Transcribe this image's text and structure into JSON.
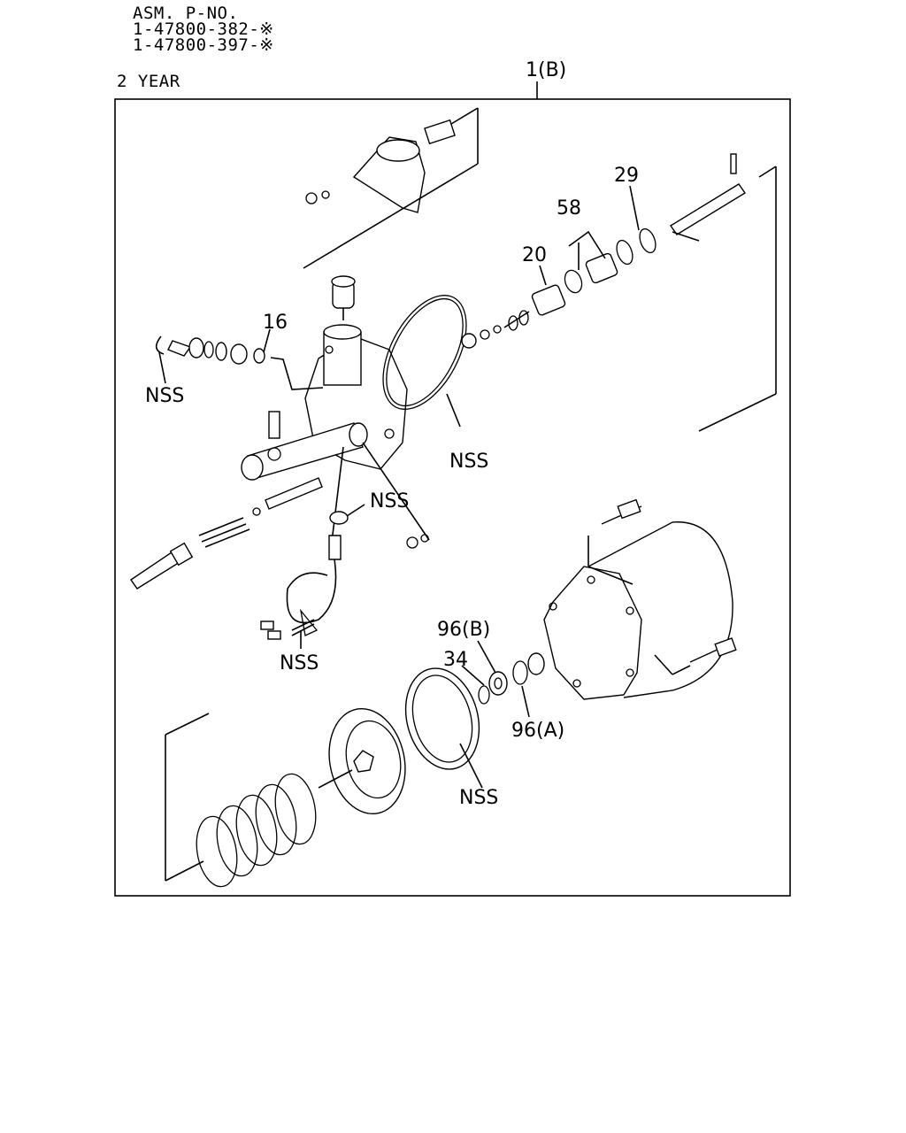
{
  "header": {
    "asm_label": "ASM. P-NO.",
    "part_numbers": [
      "1-47800-382-※",
      "1-47800-397-※"
    ],
    "warranty": "2 YEAR"
  },
  "callouts": {
    "assembly": "1(B)",
    "c16": "16",
    "c20": "20",
    "c29": "29",
    "c58": "58",
    "c34": "34",
    "c96a": "96(A)",
    "c96b": "96(B)",
    "nss": "NSS"
  }
}
